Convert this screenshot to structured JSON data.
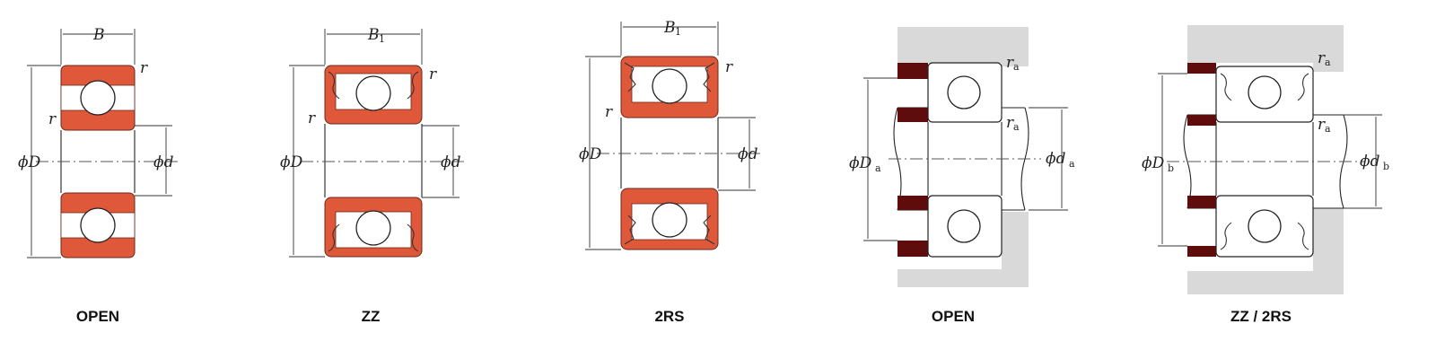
{
  "panels": [
    {
      "caption": "OPEN",
      "width_label": "B",
      "width_sub": "",
      "outer_label": "ϕD",
      "bore_label": "ϕd",
      "r1": "r",
      "r2": "r"
    },
    {
      "caption": "ZZ",
      "width_label": "B",
      "width_sub": "1",
      "outer_label": "ϕD",
      "bore_label": "ϕd",
      "r1": "r",
      "r2": "r"
    },
    {
      "caption": "2RS",
      "width_label": "B",
      "width_sub": "1",
      "outer_label": "ϕD",
      "bore_label": "ϕd",
      "r1": "r",
      "r2": "r"
    },
    {
      "caption": "OPEN",
      "outer_label": "ϕD",
      "outer_sub": "a",
      "bore_label": "ϕd",
      "bore_sub": "a",
      "r1": "r",
      "r1_sub": "a",
      "r2": "r",
      "r2_sub": "a"
    },
    {
      "caption": "ZZ / 2RS",
      "outer_label": "ϕD",
      "outer_sub": "b",
      "bore_label": "ϕd",
      "bore_sub": "b",
      "r1": "r",
      "r1_sub": "a",
      "r2": "r",
      "r2_sub": "a"
    }
  ],
  "colors": {
    "ring": "#e0583a",
    "housing": "#d9d9d9",
    "shoulder": "#5e0c0c"
  }
}
